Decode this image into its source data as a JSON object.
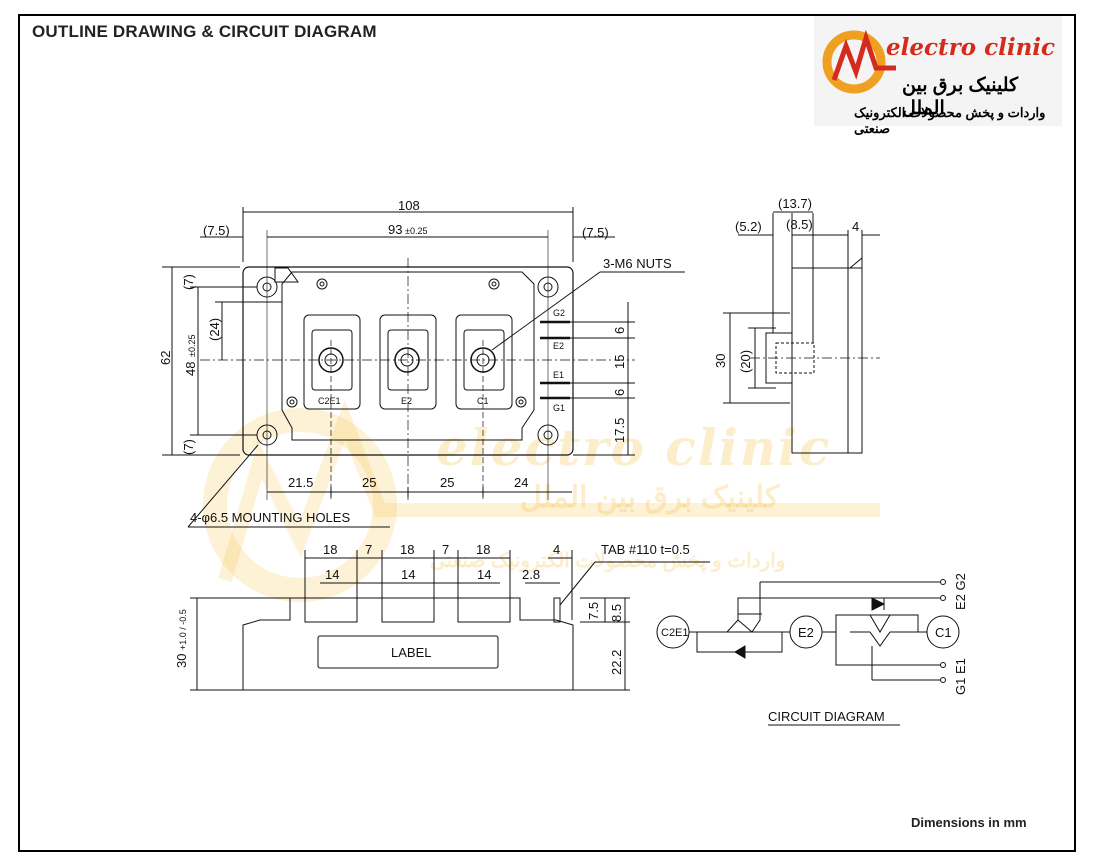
{
  "title": "OUTLINE DRAWING & CIRCUIT DIAGRAM",
  "logo": {
    "brand_en": "electro clinic",
    "brand_fa": "کلینیک برق بین الملل",
    "tagline_fa": "واردات و پخش محصولات الکترونیک صنعتی"
  },
  "top_view": {
    "dims": {
      "overall_width": "108",
      "hole_pitch": "93",
      "hole_pitch_tol": "±0.25",
      "left_offset": "(7.5)",
      "right_offset": "(7.5)",
      "height": "62",
      "hole_pitch_v": "48",
      "hole_pitch_v_tol": "±0.25",
      "top_edge": "(7)",
      "bottom_edge": "(7)",
      "inner_v": "(24)",
      "bottom_spacing": [
        "21.5",
        "25",
        "25",
        "24"
      ],
      "right_pins": [
        "6",
        "15",
        "6",
        "17.5"
      ]
    },
    "labels": {
      "nuts": "3-M6 NUTS",
      "holes": "4-φ6.5 MOUNTING HOLES",
      "terminals": [
        "C2E1",
        "E2",
        "C1"
      ],
      "pins": [
        "G2",
        "E2",
        "E1",
        "G1"
      ]
    }
  },
  "side_view": {
    "dims": [
      "(13.7)",
      "(5.2)",
      "(8.5)",
      "4",
      "30",
      "(20)"
    ]
  },
  "front_view": {
    "dims": {
      "top_row": [
        "18",
        "7",
        "18",
        "7",
        "18"
      ],
      "inner_row": [
        "14",
        "14",
        "14"
      ],
      "tab_gap": "4",
      "tab_offset": "2.8",
      "tab_label": "TAB #110 t=0.5",
      "heights": [
        "7.5",
        "8.5",
        "22.2"
      ],
      "total_height": "30",
      "total_height_tol": "+1.0 / -0.5"
    },
    "label_text": "LABEL"
  },
  "circuit": {
    "title": "CIRCUIT DIAGRAM",
    "nodes": [
      "C2E1",
      "E2",
      "C1"
    ],
    "pins": [
      "E2 G2",
      "G1 E1"
    ]
  },
  "footer": "Dimensions in mm"
}
